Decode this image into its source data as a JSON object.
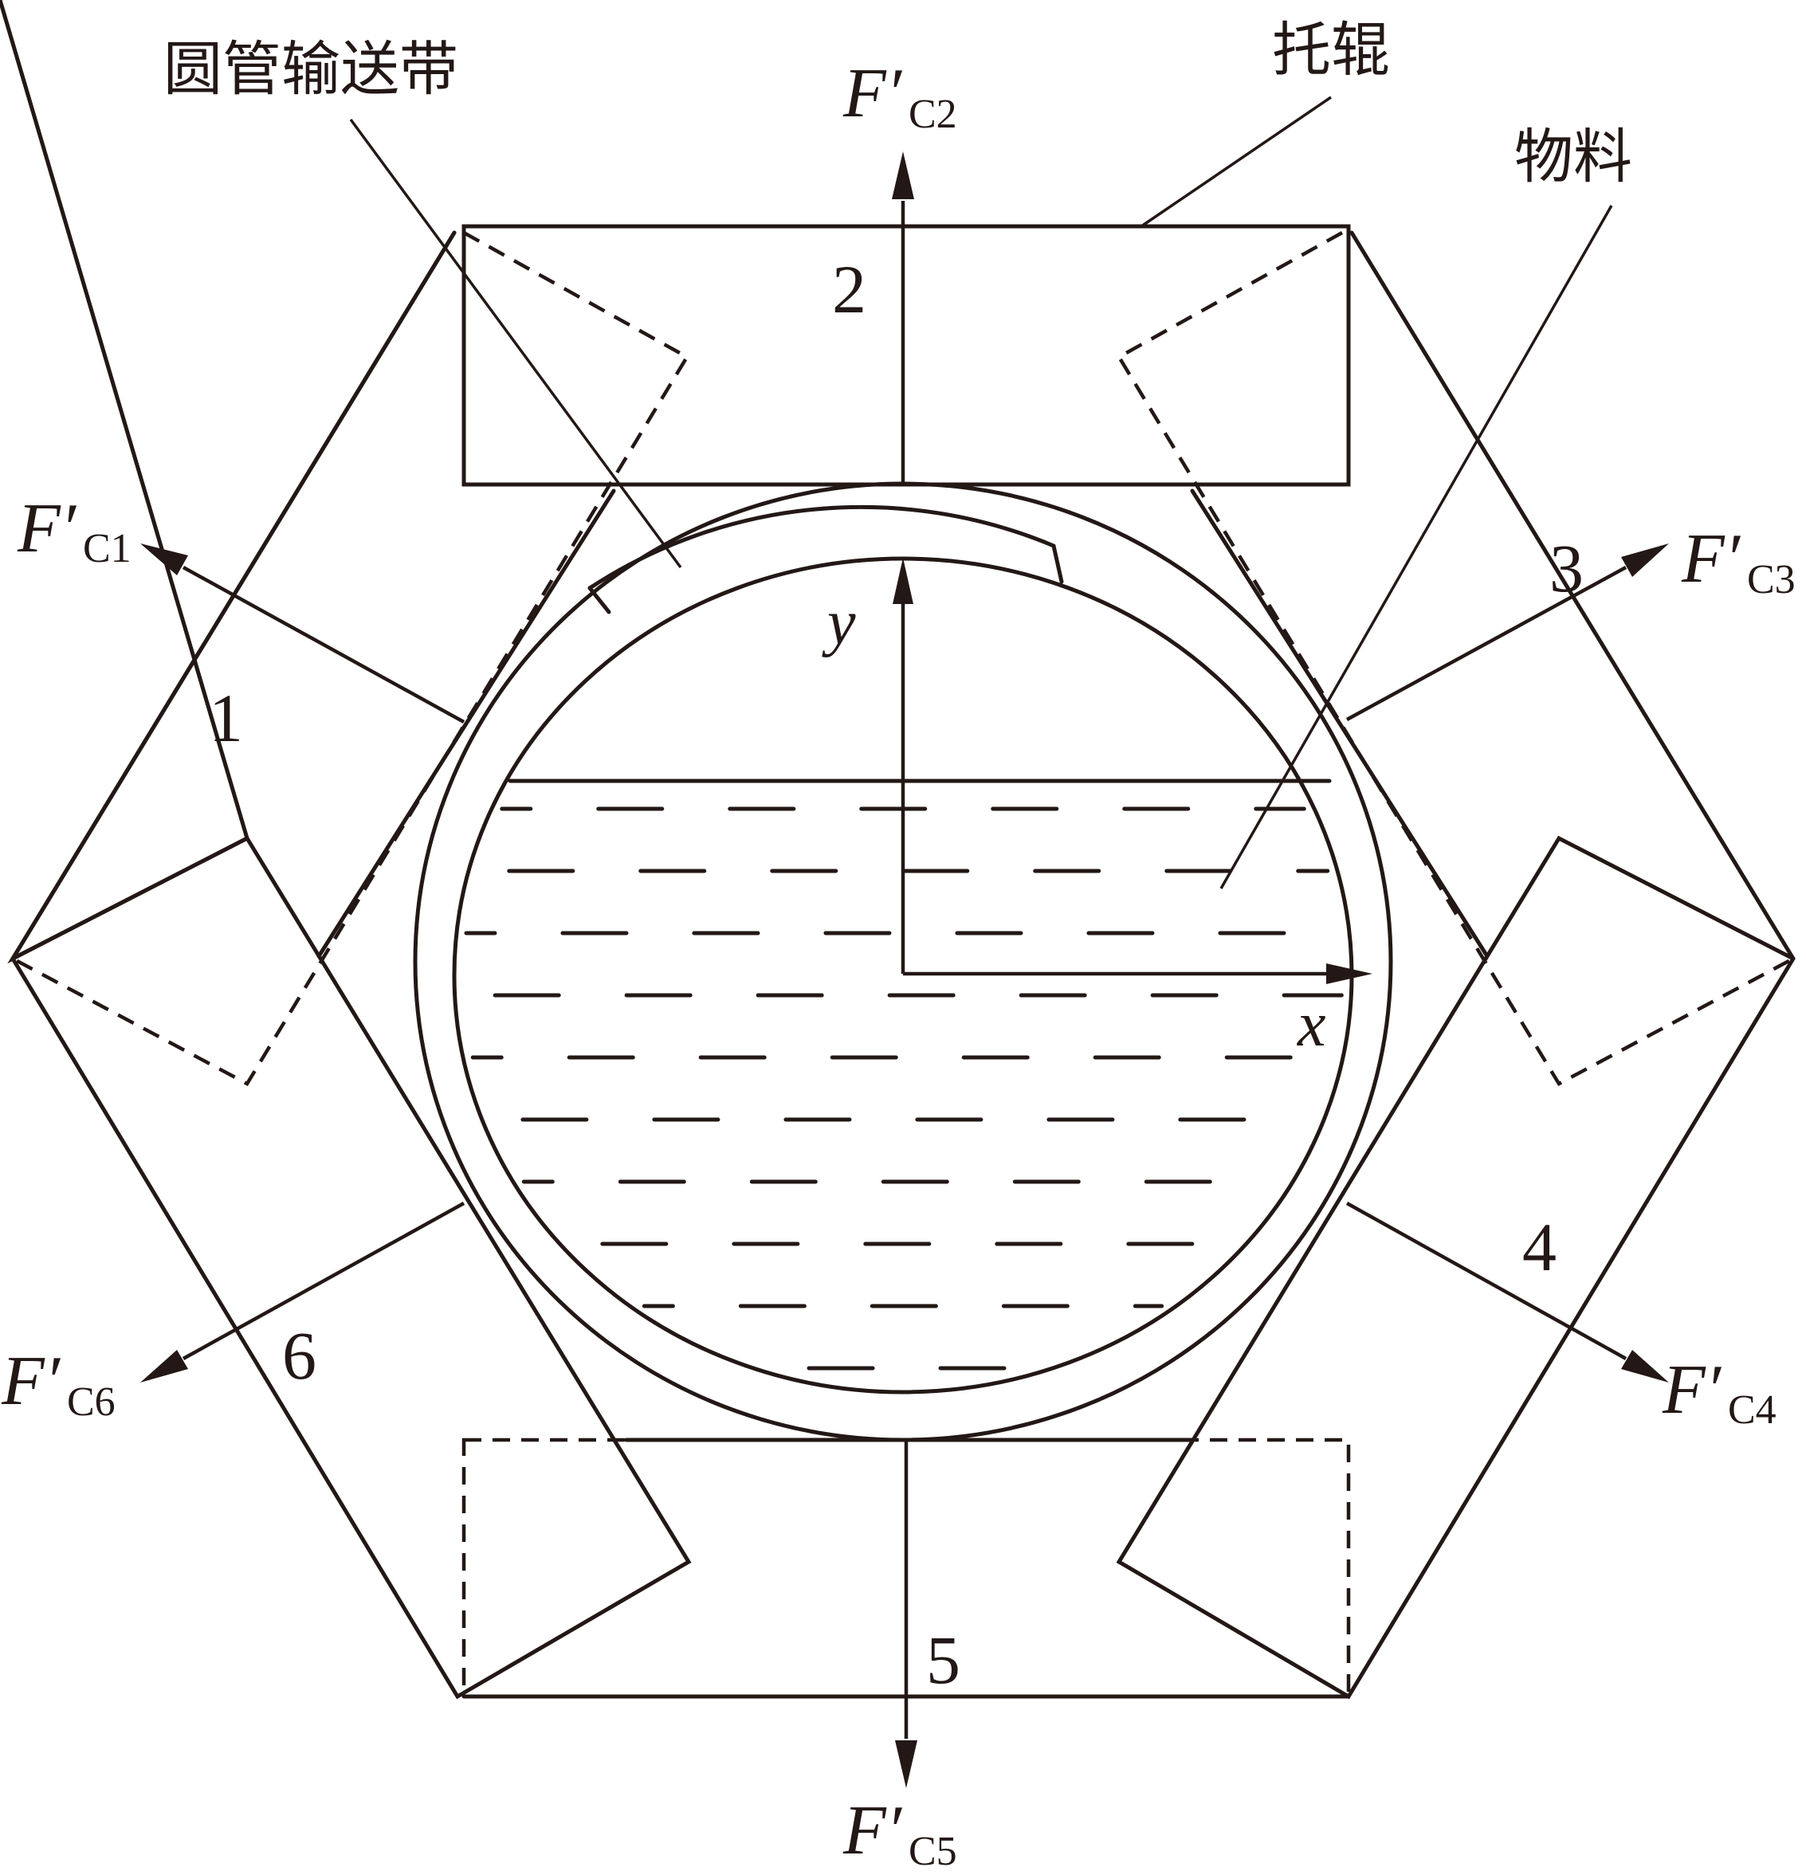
{
  "labels": {
    "belt": "圆管输送带",
    "roller": "托辊",
    "material": "物料"
  },
  "roller_numbers": [
    "1",
    "2",
    "3",
    "4",
    "5",
    "6"
  ],
  "forces": [
    {
      "main": "F′",
      "sub": "C1"
    },
    {
      "main": "F′",
      "sub": "C2"
    },
    {
      "main": "F′",
      "sub": "C3"
    },
    {
      "main": "F′",
      "sub": "C4"
    },
    {
      "main": "F′",
      "sub": "C5"
    },
    {
      "main": "F′",
      "sub": "C6"
    }
  ],
  "axes": {
    "x": "x",
    "y": "y"
  },
  "colors": {
    "ink": "#231815",
    "background": "#ffffff"
  }
}
